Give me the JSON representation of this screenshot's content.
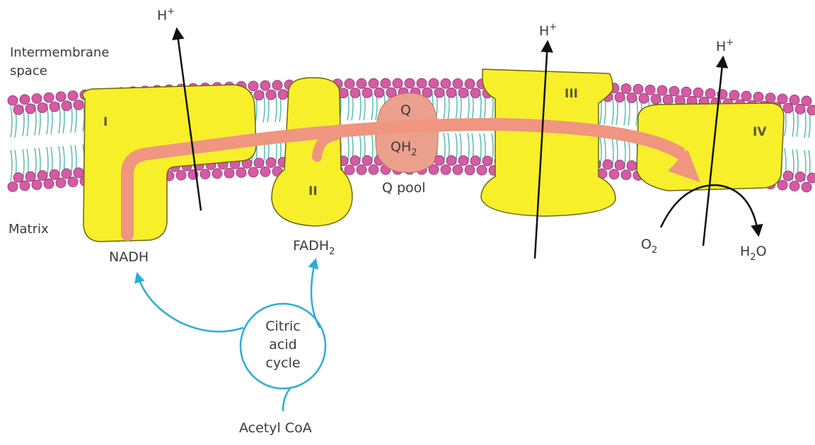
{
  "labels": {
    "intermembrane_line1": "Intermembrane",
    "intermembrane_line2": "space",
    "matrix": "Matrix",
    "h_plus": "H",
    "h_plus_sup": "+",
    "complex_1": "I",
    "complex_2": "II",
    "complex_3": "III",
    "complex_4": "IV",
    "q": "Q",
    "qh2_main": "QH",
    "qh2_sub": "2",
    "q_pool": "Q pool",
    "nadh": "NADH",
    "fadh2_main": "FADH",
    "fadh2_sub": "2",
    "o2_main": "O",
    "o2_sub": "2",
    "h2o_h": "H",
    "h2o_sub": "2",
    "h2o_o": "O",
    "cycle_line1": "Citric",
    "cycle_line2": "acid",
    "cycle_line3": "cycle",
    "acetyl_coa": "Acetyl CoA"
  },
  "colors": {
    "complex_fill": "#f7ef2a",
    "complex_stroke": "#6b6410",
    "flow_arrow": "#ef9580",
    "q_pool": "#eba08e",
    "lipid_head": "#d65aa5",
    "lipid_tail": "#4fb8a8",
    "cycle_line": "#2aaed6",
    "proton_arrow": "#111111"
  }
}
